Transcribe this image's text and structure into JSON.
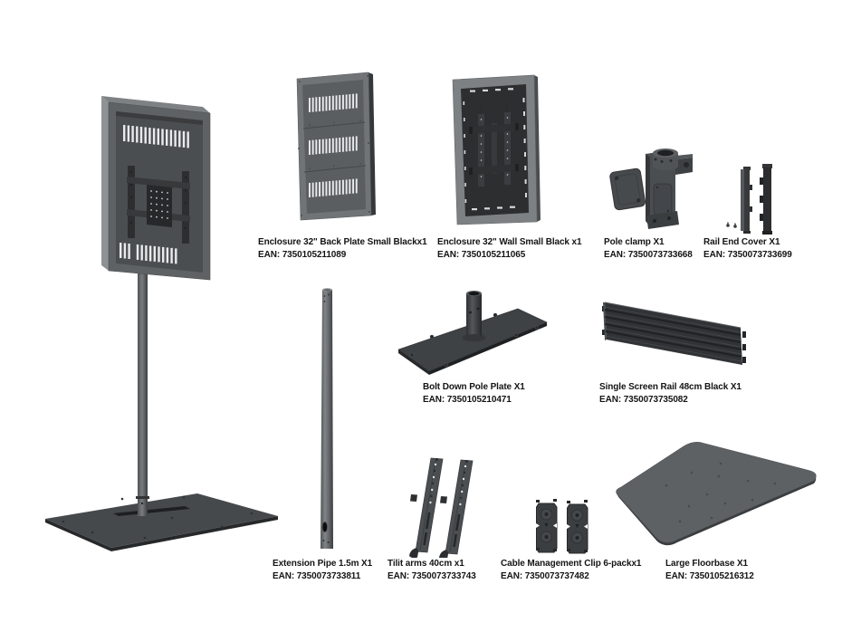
{
  "canvas": {
    "background": "#ffffff"
  },
  "colors": {
    "label_text": "#141414",
    "metal_dark": "#2d2f31",
    "metal_mid": "#4a4d4f",
    "metal_light": "#7b7e80",
    "vent_slot": "#e8eaeb"
  },
  "products": {
    "back_plate": {
      "title": "Enclosure 32\" Back Plate Small Blackx1",
      "ean": "EAN: 7350105211089"
    },
    "wall_enclosure": {
      "title": "Enclosure 32\" Wall Small Black x1",
      "ean": "EAN: 7350105211065"
    },
    "pole_clamp": {
      "title": "Pole clamp X1",
      "ean": "EAN: 7350073733668"
    },
    "rail_end_cover": {
      "title": "Rail End Cover X1",
      "ean": "EAN: 7350073733699"
    },
    "bolt_down_plate": {
      "title": "Bolt Down Pole Plate X1",
      "ean": "EAN: 7350105210471"
    },
    "screen_rail": {
      "title": "Single Screen Rail 48cm Black X1",
      "ean": "EAN: 7350073735082"
    },
    "extension_pipe": {
      "title": "Extension Pipe 1.5m  X1",
      "ean": "EAN: 7350073733811"
    },
    "tilt_arms": {
      "title": "Tilit arms 40cm x1",
      "ean": "EAN: 7350073733743"
    },
    "cable_clips": {
      "title": "Cable Management Clip 6-packx1",
      "ean": "EAN: 7350073737482"
    },
    "floorbase": {
      "title": "Large Floorbase X1",
      "ean": "EAN: 7350105216312"
    }
  }
}
